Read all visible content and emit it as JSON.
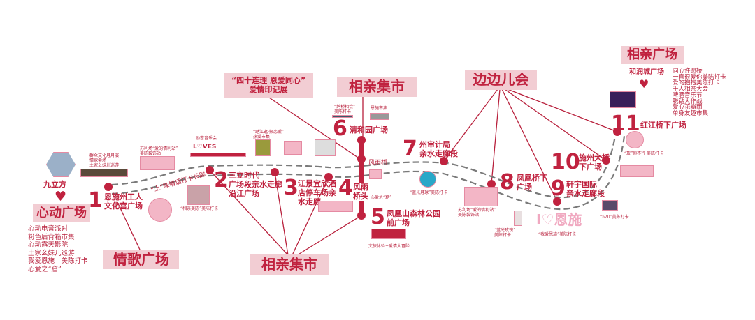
{
  "hubs": {
    "xindong": {
      "label": "心动广场",
      "venue": "九立方",
      "activities": [
        "心动电音派对",
        "粉色后背箱市集",
        "心动露天影院",
        "土家幺妹儿巡游",
        "我爱恩施—美陈打卡",
        "心爱之“窟”"
      ]
    },
    "qingge": {
      "label": "情歌广场"
    },
    "yinji": {
      "line1": "“四十连理 恩爱同心”",
      "line2": "爱情印记展"
    },
    "xiangqin_top": {
      "label": "相亲集市"
    },
    "xiangqin_bottom": {
      "label": "相亲集市"
    },
    "biabian": {
      "label": "边边儿会"
    },
    "xiangqin_guangchang": {
      "label": "相亲广场",
      "venue": "和润城广场",
      "activities": [
        "同心许愿桥",
        "一直很爱你美陈打卡",
        "爱的抱抱美陈打卡",
        "千人相亲大会",
        "啤酒音乐节",
        "脱钻大作战",
        "爱心花瓣雨",
        "单身友趣市集"
      ]
    }
  },
  "stations": [
    {
      "num": "1",
      "name": [
        "恩施州工人",
        "文化宫广场"
      ]
    },
    {
      "num": "2",
      "name": [
        "三立时代",
        "广场段亲水走廊",
        "沿江广场"
      ]
    },
    {
      "num": "3",
      "name": [
        "江景宜欣酒",
        "店停车场亲",
        "水走廊"
      ]
    },
    {
      "num": "4",
      "name": [
        "风雨",
        "桥头"
      ]
    },
    {
      "num": "5",
      "name": [
        "凤凰山森林公园",
        "前广场"
      ]
    },
    {
      "num": "6",
      "name": [
        "清和园广场"
      ]
    },
    {
      "num": "7",
      "name": [
        "州审计局",
        "亲水走廊段"
      ]
    },
    {
      "num": "8",
      "name": [
        "凤凰桥下",
        "广场"
      ]
    },
    {
      "num": "9",
      "name": [
        "轩宇国际",
        "亲水走廊段"
      ]
    },
    {
      "num": "10",
      "name": [
        "施州大桥",
        "下广场"
      ]
    },
    {
      "num": "11",
      "name": [
        "红江桥下广场"
      ]
    }
  ],
  "captions": {
    "c1": [
      "群众文化月月演",
      "情歌会场",
      "土家幺妹儿巡游"
    ],
    "c2": [
      "苏利场“爱的情利站”",
      "美陈装饰站"
    ],
    "c3": "“土”味情话打卡长廊",
    "c4": "“相亲美陈”美陈打卡",
    "c5": "励志音乐会",
    "c6": [
      "“踏江逛·撷恋爱”",
      "热爱市集"
    ],
    "c7": [
      "“鹊桥相会”",
      "美陈打卡"
    ],
    "c8": "恩施市集",
    "c9": "心爱之“窟”",
    "c10": "“蓝光月球”美陈打卡",
    "c11": "文旅体验+爱情大冒险",
    "c12": [
      "“蓝光玫瑰”",
      "美陈打卡"
    ],
    "c13": "“我爱恩施”美陈打卡",
    "c14": "“玫”你不行 美陈打卡",
    "c15": "“520”美陈打卡",
    "c16": [
      "苏利场“爱的情利站”",
      "美陈装饰站"
    ],
    "love_sign": "I♡恩施",
    "loves": "L♡VES"
  },
  "river": {
    "r1": "风雨桥"
  },
  "colors": {
    "accent": "#c0223f",
    "hub_bg": "#f2cdd3"
  }
}
